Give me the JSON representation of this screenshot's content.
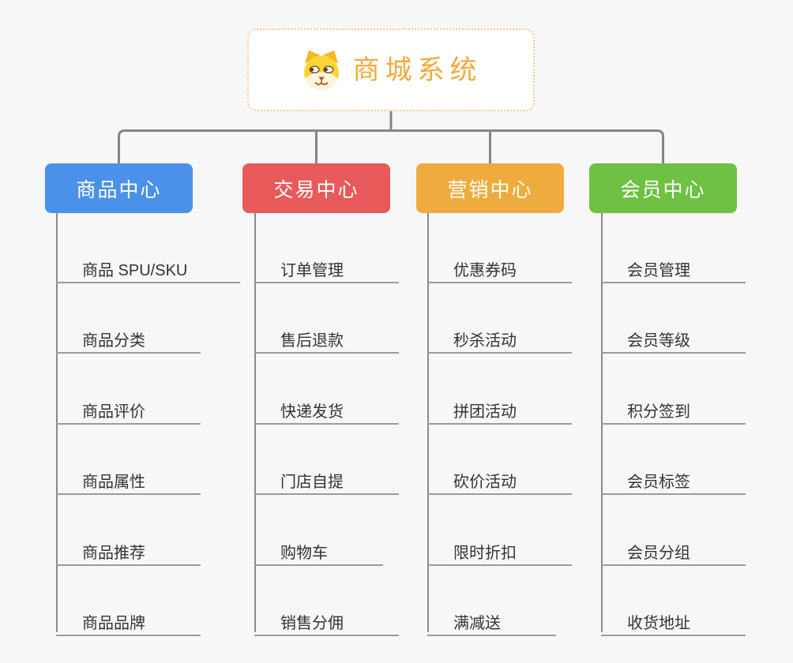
{
  "root": {
    "label": "商城系统",
    "icon": "dog-face-icon",
    "text_color": "#f2a93d",
    "border_color": "#f3c88d"
  },
  "connector_color": "#858585",
  "background_color": "#f7f7f7",
  "branches": [
    {
      "label": "商品中心",
      "color": "#4b91e9",
      "children": [
        "商品 SPU/SKU",
        "商品分类",
        "商品评价",
        "商品属性",
        "商品推荐",
        "商品品牌"
      ]
    },
    {
      "label": "交易中心",
      "color": "#e85a5a",
      "children": [
        "订单管理",
        "售后退款",
        "快递发货",
        "门店自提",
        "购物车",
        "销售分佣"
      ]
    },
    {
      "label": "营销中心",
      "color": "#eeac3e",
      "children": [
        "优惠券码",
        "秒杀活动",
        "拼团活动",
        "砍价活动",
        "限时折扣",
        "满减送"
      ]
    },
    {
      "label": "会员中心",
      "color": "#6ec142",
      "children": [
        "会员管理",
        "会员等级",
        "积分签到",
        "会员标签",
        "会员分组",
        "收货地址"
      ]
    }
  ]
}
